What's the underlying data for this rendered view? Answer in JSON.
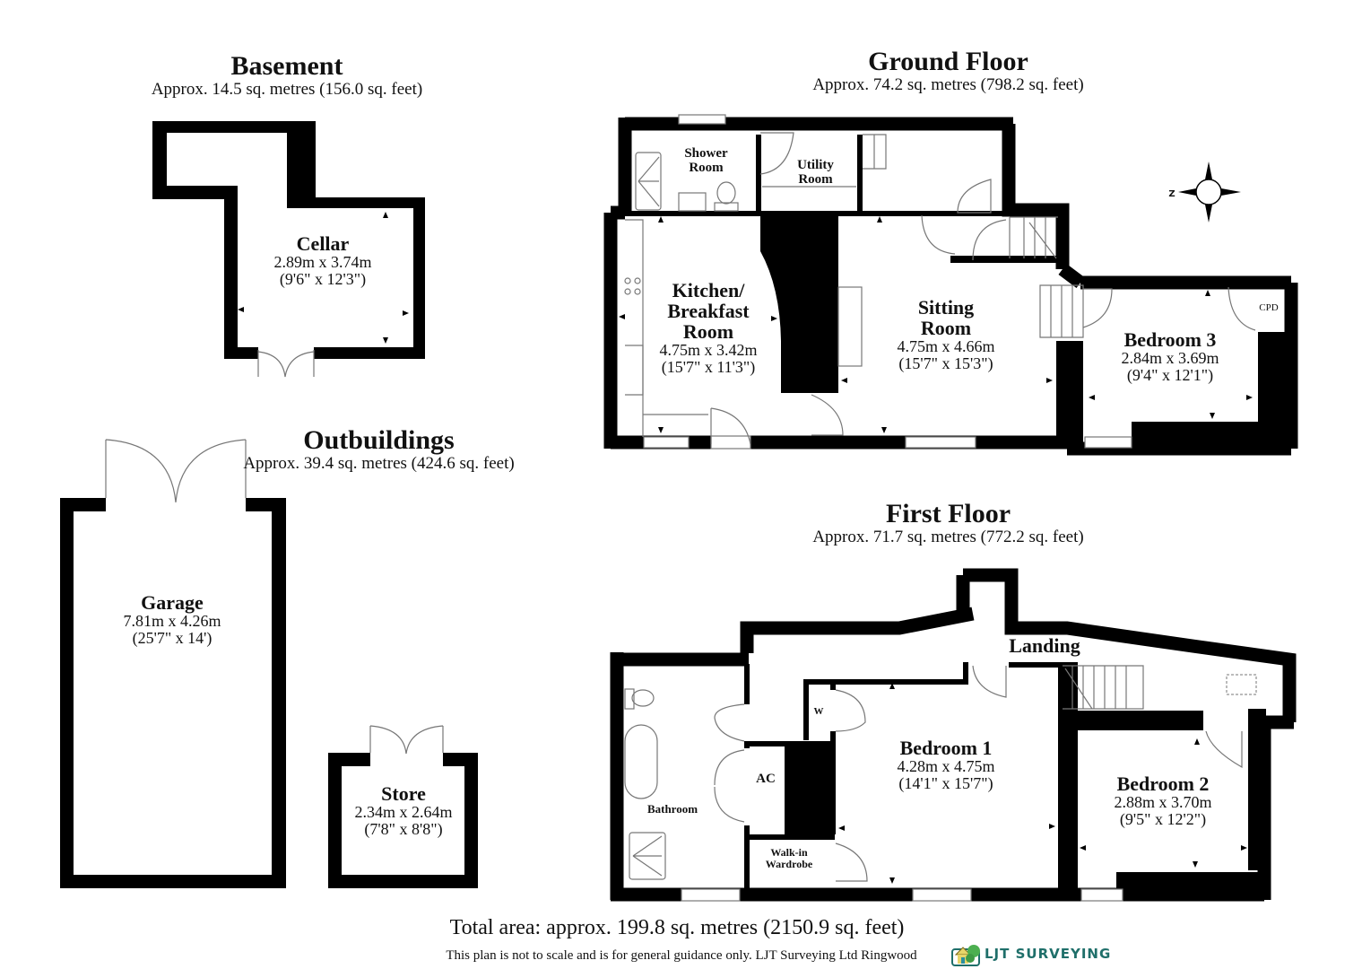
{
  "sections": {
    "basement": {
      "title": "Basement",
      "area": "Approx. 14.5 sq. metres (156.0 sq. feet)"
    },
    "ground_floor": {
      "title": "Ground Floor",
      "area": "Approx. 74.2 sq. metres (798.2 sq. feet)"
    },
    "outbuildings": {
      "title": "Outbuildings",
      "area": "Approx. 39.4 sq. metres (424.6 sq. feet)"
    },
    "first_floor": {
      "title": "First Floor",
      "area": "Approx. 71.7 sq. metres (772.2 sq. feet)"
    }
  },
  "rooms": {
    "cellar": {
      "name": "Cellar",
      "metric": "2.89m x 3.74m",
      "imperial": "(9'6\" x 12'3\")"
    },
    "shower_room": {
      "name_line1": "Shower",
      "name_line2": "Room"
    },
    "utility_room": {
      "name_line1": "Utility",
      "name_line2": "Room"
    },
    "kitchen": {
      "name_line1": "Kitchen/",
      "name_line2": "Breakfast",
      "name_line3": "Room",
      "metric": "4.75m x 3.42m",
      "imperial": "(15'7\" x 11'3\")"
    },
    "sitting_room": {
      "name_line1": "Sitting",
      "name_line2": "Room",
      "metric": "4.75m x 4.66m",
      "imperial": "(15'7\" x 15'3\")"
    },
    "bedroom3": {
      "name": "Bedroom 3",
      "metric": "2.84m x 3.69m",
      "imperial": "(9'4\" x 12'1\")"
    },
    "cpd": {
      "name": "CPD"
    },
    "garage": {
      "name": "Garage",
      "metric": "7.81m x 4.26m",
      "imperial": "(25'7\" x 14')"
    },
    "store": {
      "name": "Store",
      "metric": "2.34m x 2.64m",
      "imperial": "(7'8\" x 8'8\")"
    },
    "landing": {
      "name": "Landing"
    },
    "bathroom": {
      "name": "Bathroom"
    },
    "ac": {
      "name": "AC"
    },
    "w": {
      "name": "W"
    },
    "walk_in_wardrobe": {
      "name_line1": "Walk-in",
      "name_line2": "Wardrobe"
    },
    "bedroom1": {
      "name": "Bedroom 1",
      "metric": "4.28m x 4.75m",
      "imperial": "(14'1\" x 15'7\")"
    },
    "bedroom2": {
      "name": "Bedroom 2",
      "metric": "2.88m x 3.70m",
      "imperial": "(9'5\" x 12'2\")"
    }
  },
  "compass": {
    "label": "Z"
  },
  "footer": {
    "total": "Total area: approx. 199.8 sq. metres (2150.9 sq. feet)",
    "disclaimer": "This plan is not to scale and is for general guidance only. LJT Surveying Ltd Ringwood",
    "logo_text": "LJT SURVEYING"
  },
  "colors": {
    "wall": "#000000",
    "fixture": "#777777",
    "logo": "#1f6f6a",
    "logo_green": "#4caf50"
  }
}
